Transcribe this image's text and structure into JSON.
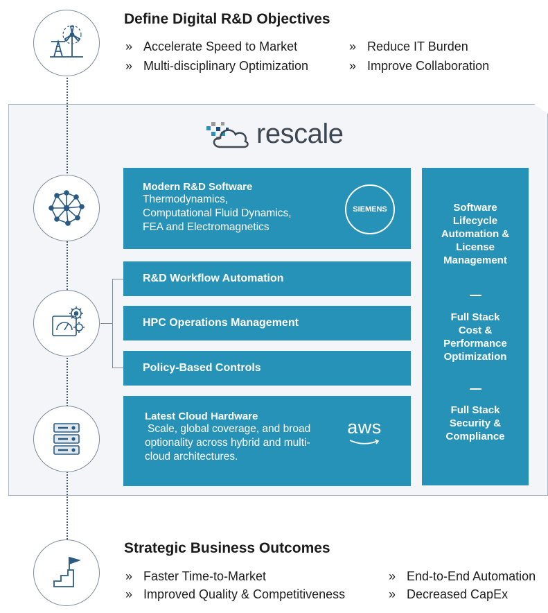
{
  "objectives": {
    "title": "Define Digital R&D Objectives",
    "bullet_marker": "»",
    "bullets": [
      "Accelerate Speed to Market",
      "Reduce IT Burden",
      "Multi-disciplinary Optimization",
      "Improve Collaboration"
    ]
  },
  "brand": {
    "name": "rescale"
  },
  "software": {
    "title": "Modern R&D Software",
    "lines": [
      "Thermodynamics,",
      "Computational Fluid Dynamics,",
      "FEA and Electromagnetics"
    ],
    "partner": "SIEMENS"
  },
  "middle_bars": [
    "R&D Workflow Automation",
    "HPC Operations Management",
    "Policy-Based Controls"
  ],
  "hardware": {
    "title": "Latest Cloud Hardware",
    "lines": [
      "Scale, global coverage, and broad",
      "optionality across hybrid and multi-",
      "cloud architectures."
    ],
    "partner": "aws"
  },
  "side_panel": {
    "groups": [
      [
        "Software",
        "Lifecycle",
        "Automation &",
        "License",
        "Management"
      ],
      [
        "Full Stack",
        "Cost &",
        "Performance",
        "Optimization"
      ],
      [
        "Full  Stack",
        "Security   &",
        "Compliance"
      ]
    ]
  },
  "outcomes": {
    "title": "Strategic Business Outcomes",
    "bullet_marker": "»",
    "bullets": [
      "Faster Time-to-Market",
      "End-to-End Automation",
      "Improved Quality & Competitiveness",
      "Decreased CapEx"
    ]
  },
  "colors": {
    "box": "#2692b8",
    "panel": "#f3f5f8",
    "icon": "#2a5a82"
  },
  "icons": [
    "wind-oil-icon",
    "network-icon",
    "gauge-gears-icon",
    "server-stack-icon",
    "stairs-flag-icon"
  ]
}
